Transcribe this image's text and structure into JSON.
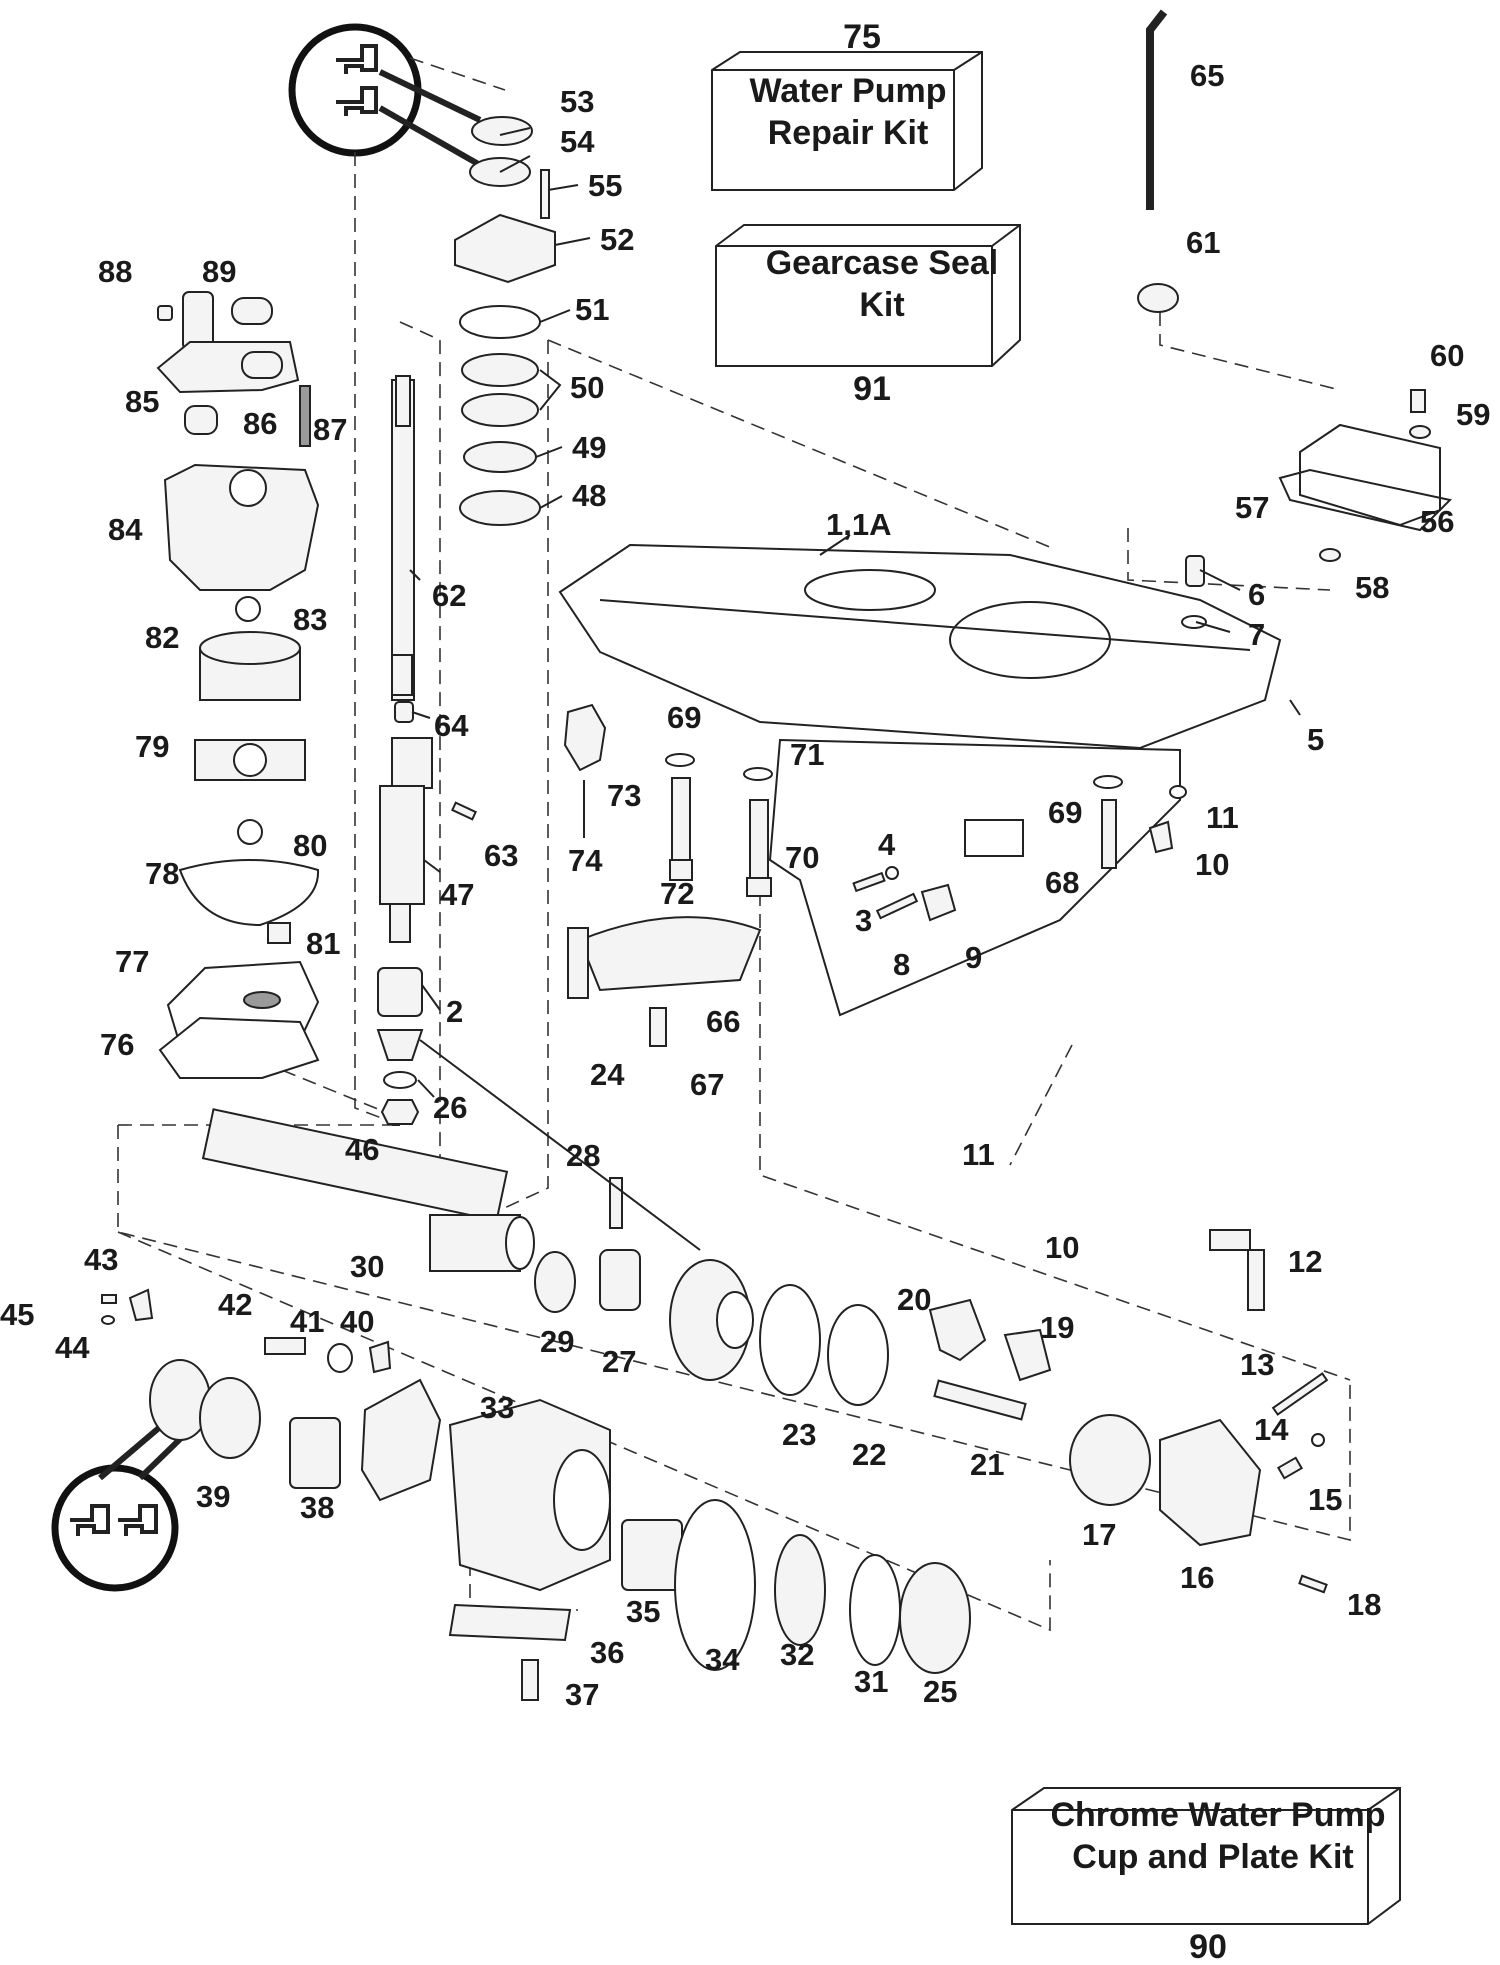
{
  "kits": {
    "water_pump": {
      "number": "75",
      "line1": "Water Pump",
      "line2": "Repair Kit"
    },
    "gearcase_seal": {
      "number": "91",
      "line1": "Gearcase Seal",
      "line2": "Kit"
    },
    "chrome_pump": {
      "number": "90",
      "line1": "Chrome Water Pump",
      "line2": "Cup and Plate Kit"
    }
  },
  "callouts": {
    "c1": "1,1A",
    "c2": "2",
    "c3": "3",
    "c4": "4",
    "c5": "5",
    "c6": "6",
    "c7": "7",
    "c8": "8",
    "c9": "9",
    "c10a": "10",
    "c10b": "10",
    "c11a": "11",
    "c11b": "11",
    "c12": "12",
    "c13": "13",
    "c14": "14",
    "c15": "15",
    "c16": "16",
    "c17": "17",
    "c18": "18",
    "c19": "19",
    "c20": "20",
    "c21": "21",
    "c22": "22",
    "c23": "23",
    "c24": "24",
    "c25": "25",
    "c26": "26",
    "c27": "27",
    "c28": "28",
    "c29": "29",
    "c30": "30",
    "c31": "31",
    "c32": "32",
    "c33": "33",
    "c34": "34",
    "c35": "35",
    "c36": "36",
    "c37": "37",
    "c38": "38",
    "c39": "39",
    "c40": "40",
    "c41": "41",
    "c42": "42",
    "c43": "43",
    "c44": "44",
    "c45": "45",
    "c46": "46",
    "c47": "47",
    "c48": "48",
    "c49": "49",
    "c50": "50",
    "c51": "51",
    "c52": "52",
    "c53": "53",
    "c54": "54",
    "c55": "55",
    "c56": "56",
    "c57": "57",
    "c58": "58",
    "c59": "59",
    "c60": "60",
    "c61": "61",
    "c62": "62",
    "c63": "63",
    "c64": "64",
    "c65": "65",
    "c66": "66",
    "c67": "67",
    "c68": "68",
    "c69a": "69",
    "c69b": "69",
    "c70": "70",
    "c71": "71",
    "c72": "72",
    "c73": "73",
    "c74": "74",
    "c76": "76",
    "c77": "77",
    "c78": "78",
    "c79": "79",
    "c80": "80",
    "c81": "81",
    "c82": "82",
    "c83": "83",
    "c84": "84",
    "c85": "85",
    "c86": "86",
    "c87": "87",
    "c88": "88",
    "c89": "89"
  }
}
